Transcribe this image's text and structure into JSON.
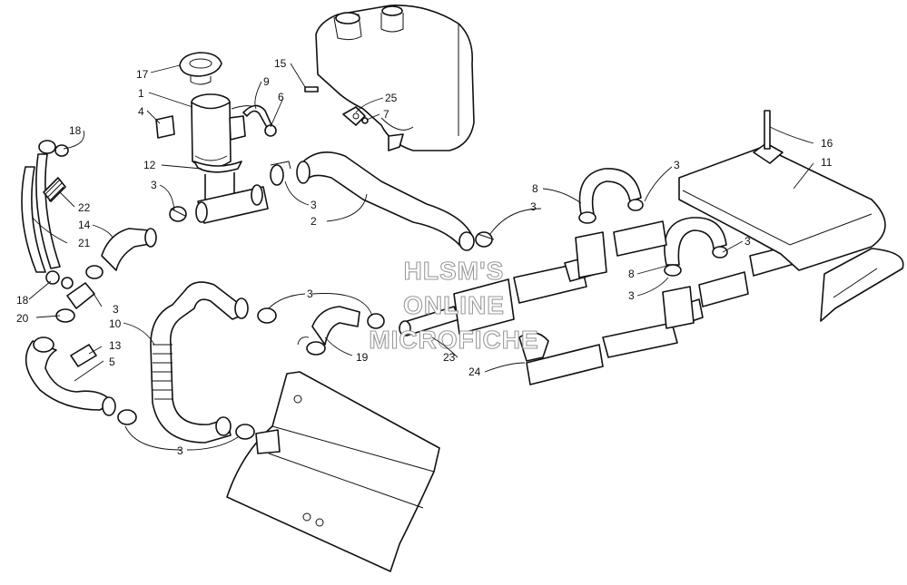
{
  "watermark": {
    "line1": "HLSM'S",
    "line2": "ONLINE",
    "line3": "MICROFICHE"
  },
  "callouts": [
    "17",
    "1",
    "4",
    "12",
    "3",
    "14",
    "18",
    "22",
    "21",
    "18",
    "20",
    "3",
    "10",
    "13",
    "5",
    "3",
    "3",
    "19",
    "23",
    "24",
    "15",
    "9",
    "6",
    "25",
    "7",
    "3",
    "2",
    "8",
    "3",
    "3",
    "8",
    "3",
    "3",
    "16",
    "11"
  ]
}
